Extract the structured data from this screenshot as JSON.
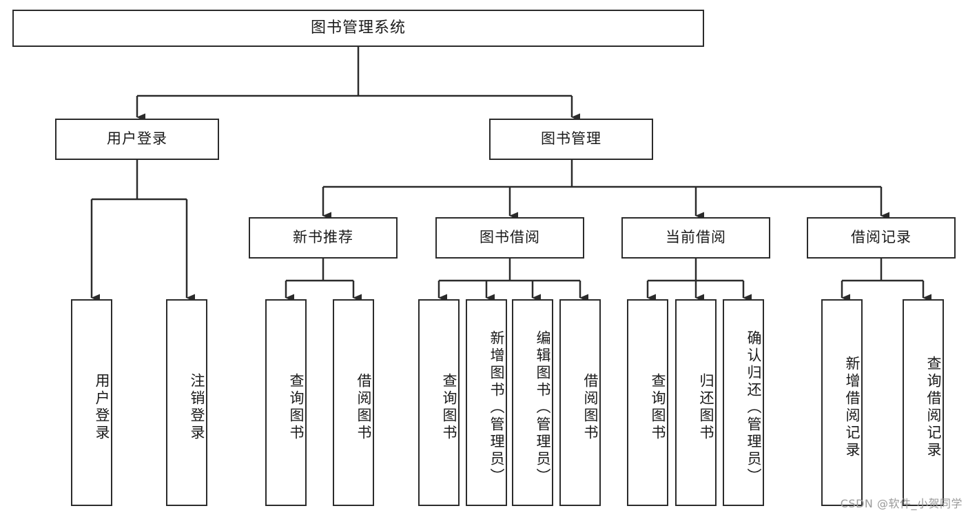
{
  "diagram": {
    "title": "图书管理系统",
    "style": {
      "border_color": "#2b2b2b",
      "background": "#ffffff",
      "text_color": "#1a1a1a",
      "line_color": "#2b2b2b"
    },
    "root": {
      "label": "图书管理系统"
    },
    "level1": [
      {
        "label": "用户登录"
      },
      {
        "label": "图书管理"
      }
    ],
    "level2": [
      {
        "label": "新书推荐"
      },
      {
        "label": "图书借阅"
      },
      {
        "label": "当前借阅"
      },
      {
        "label": "借阅记录"
      }
    ],
    "leaves": {
      "user_login": [
        {
          "label": "用户登录"
        },
        {
          "label": "注销登录"
        }
      ],
      "new_book_recommend": [
        {
          "label": "查询图书"
        },
        {
          "label": "借阅图书"
        }
      ],
      "book_borrow": [
        {
          "label": "查询图书"
        },
        {
          "label": "新增图书（管理员）"
        },
        {
          "label": "编辑图书（管理员）"
        },
        {
          "label": "借阅图书"
        }
      ],
      "current_borrow": [
        {
          "label": "查询图书"
        },
        {
          "label": "归还图书"
        },
        {
          "label": "确认归还（管理员）"
        }
      ],
      "borrow_record": [
        {
          "label": "新增借阅记录"
        },
        {
          "label": "查询借阅记录"
        }
      ]
    },
    "watermark": "CSDN @软件_小贺同学"
  }
}
